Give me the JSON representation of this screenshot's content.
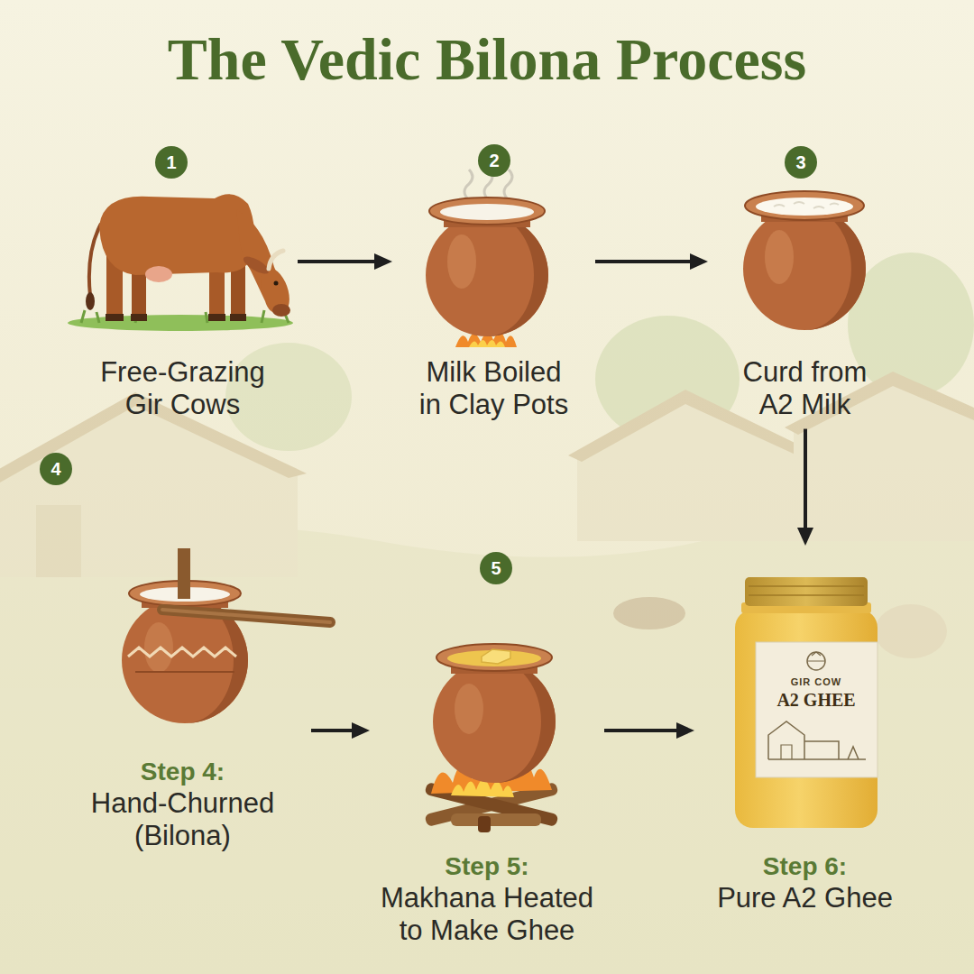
{
  "diagram": {
    "title": "The Vedic Bilona Process",
    "nodes": [
      {
        "text": [
          "Free-Grazing Gir Cows"
        ]
      },
      {
        "text": [
          "Milk Boiled in Clay Pots"
        ]
      },
      {
        "text": [
          "Curd from A2 Milk"
        ]
      },
      {
        "text": [
          "Step 4:",
          "Hand-Churned (Bilona)"
        ]
      },
      {
        "text": [
          "Step 5:",
          "Makhana Heated to Make Ghee"
        ]
      },
      {
        "text": [
          "Step 6:",
          "Pure A2 Ghee"
        ]
      }
    ],
    "edges": [
      {
        "from": 0,
        "to": 1,
        "arrow": "to"
      },
      {
        "from": 1,
        "to": 2,
        "arrow": "to"
      },
      {
        "from": 2,
        "to": 5,
        "arrow": "to"
      },
      {
        "from": 3,
        "to": 4,
        "arrow": "to"
      },
      {
        "from": 4,
        "to": 5,
        "arrow": "to"
      }
    ],
    "labels": [
      "1",
      "2",
      "3",
      "4",
      "5",
      "GIR COW",
      "A2 GHEE"
    ]
  }
}
